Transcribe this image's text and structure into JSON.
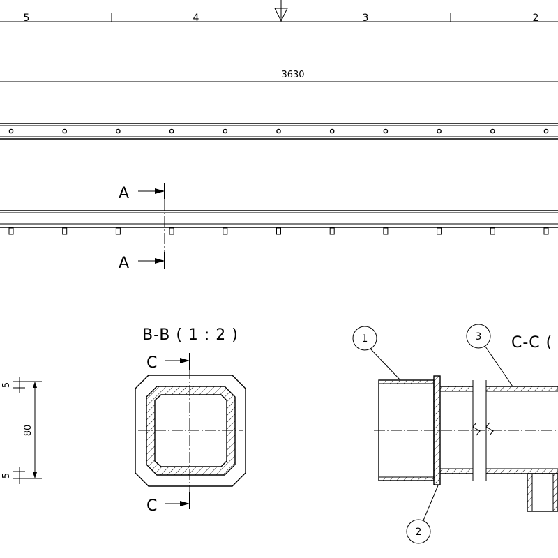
{
  "zones": [
    "5",
    "4",
    "3",
    "2"
  ],
  "dimensions": {
    "overall_length": "3630",
    "profile_height": "80",
    "wall_top": "5",
    "wall_bottom": "5"
  },
  "sections": {
    "a_top": "A",
    "a_bottom": "A",
    "bb_title": "B-B ( 1 : 2 )",
    "c_top": "C",
    "c_bottom": "C",
    "cc_title": "C-C ("
  },
  "balloons": [
    "1",
    "2",
    "3"
  ]
}
